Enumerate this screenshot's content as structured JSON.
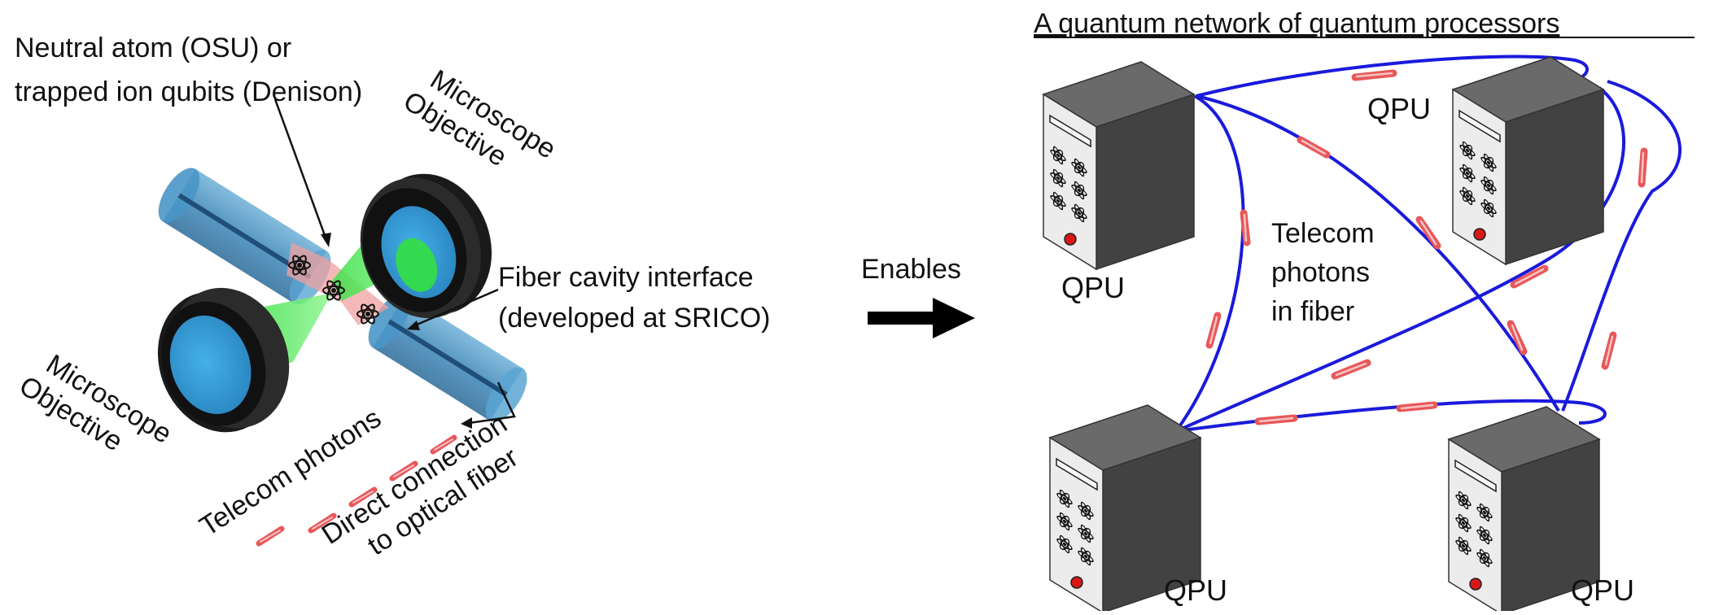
{
  "left_panel": {
    "qubit_label_line1": "Neutral atom (OSU) or",
    "qubit_label_line2": "trapped ion qubits (Denison)",
    "objective_top_line1": "Microscope",
    "objective_top_line2": "Objective",
    "objective_bottom_line1": "Microscope",
    "objective_bottom_line2": "Objective",
    "fiber_interface_line1": "Fiber cavity interface",
    "fiber_interface_line2": "(developed at SRICO)",
    "telecom_photons": "Telecom photons",
    "direct_connection_line1": "Direct connection",
    "direct_connection_line2": "to optical fiber"
  },
  "middle": {
    "enables": "Enables"
  },
  "right_panel": {
    "title": "A quantum network of quantum processors",
    "qpu_labels": [
      "QPU",
      "QPU",
      "QPU",
      "QPU"
    ],
    "fiber_label_line1": "Telecom",
    "fiber_label_line2": "photons",
    "fiber_label_line3": "in fiber"
  },
  "colors": {
    "fiber_blue": "#1a1adc",
    "photon_red": "#e8585a",
    "photon_pink": "#f5b2b2",
    "server_dark": "#4a4a4a",
    "server_light": "#eeeeee",
    "beam_green": "#5ef060",
    "cylinder_blue": "#3f8fc0",
    "lens_blue": "#3aa0d8"
  }
}
